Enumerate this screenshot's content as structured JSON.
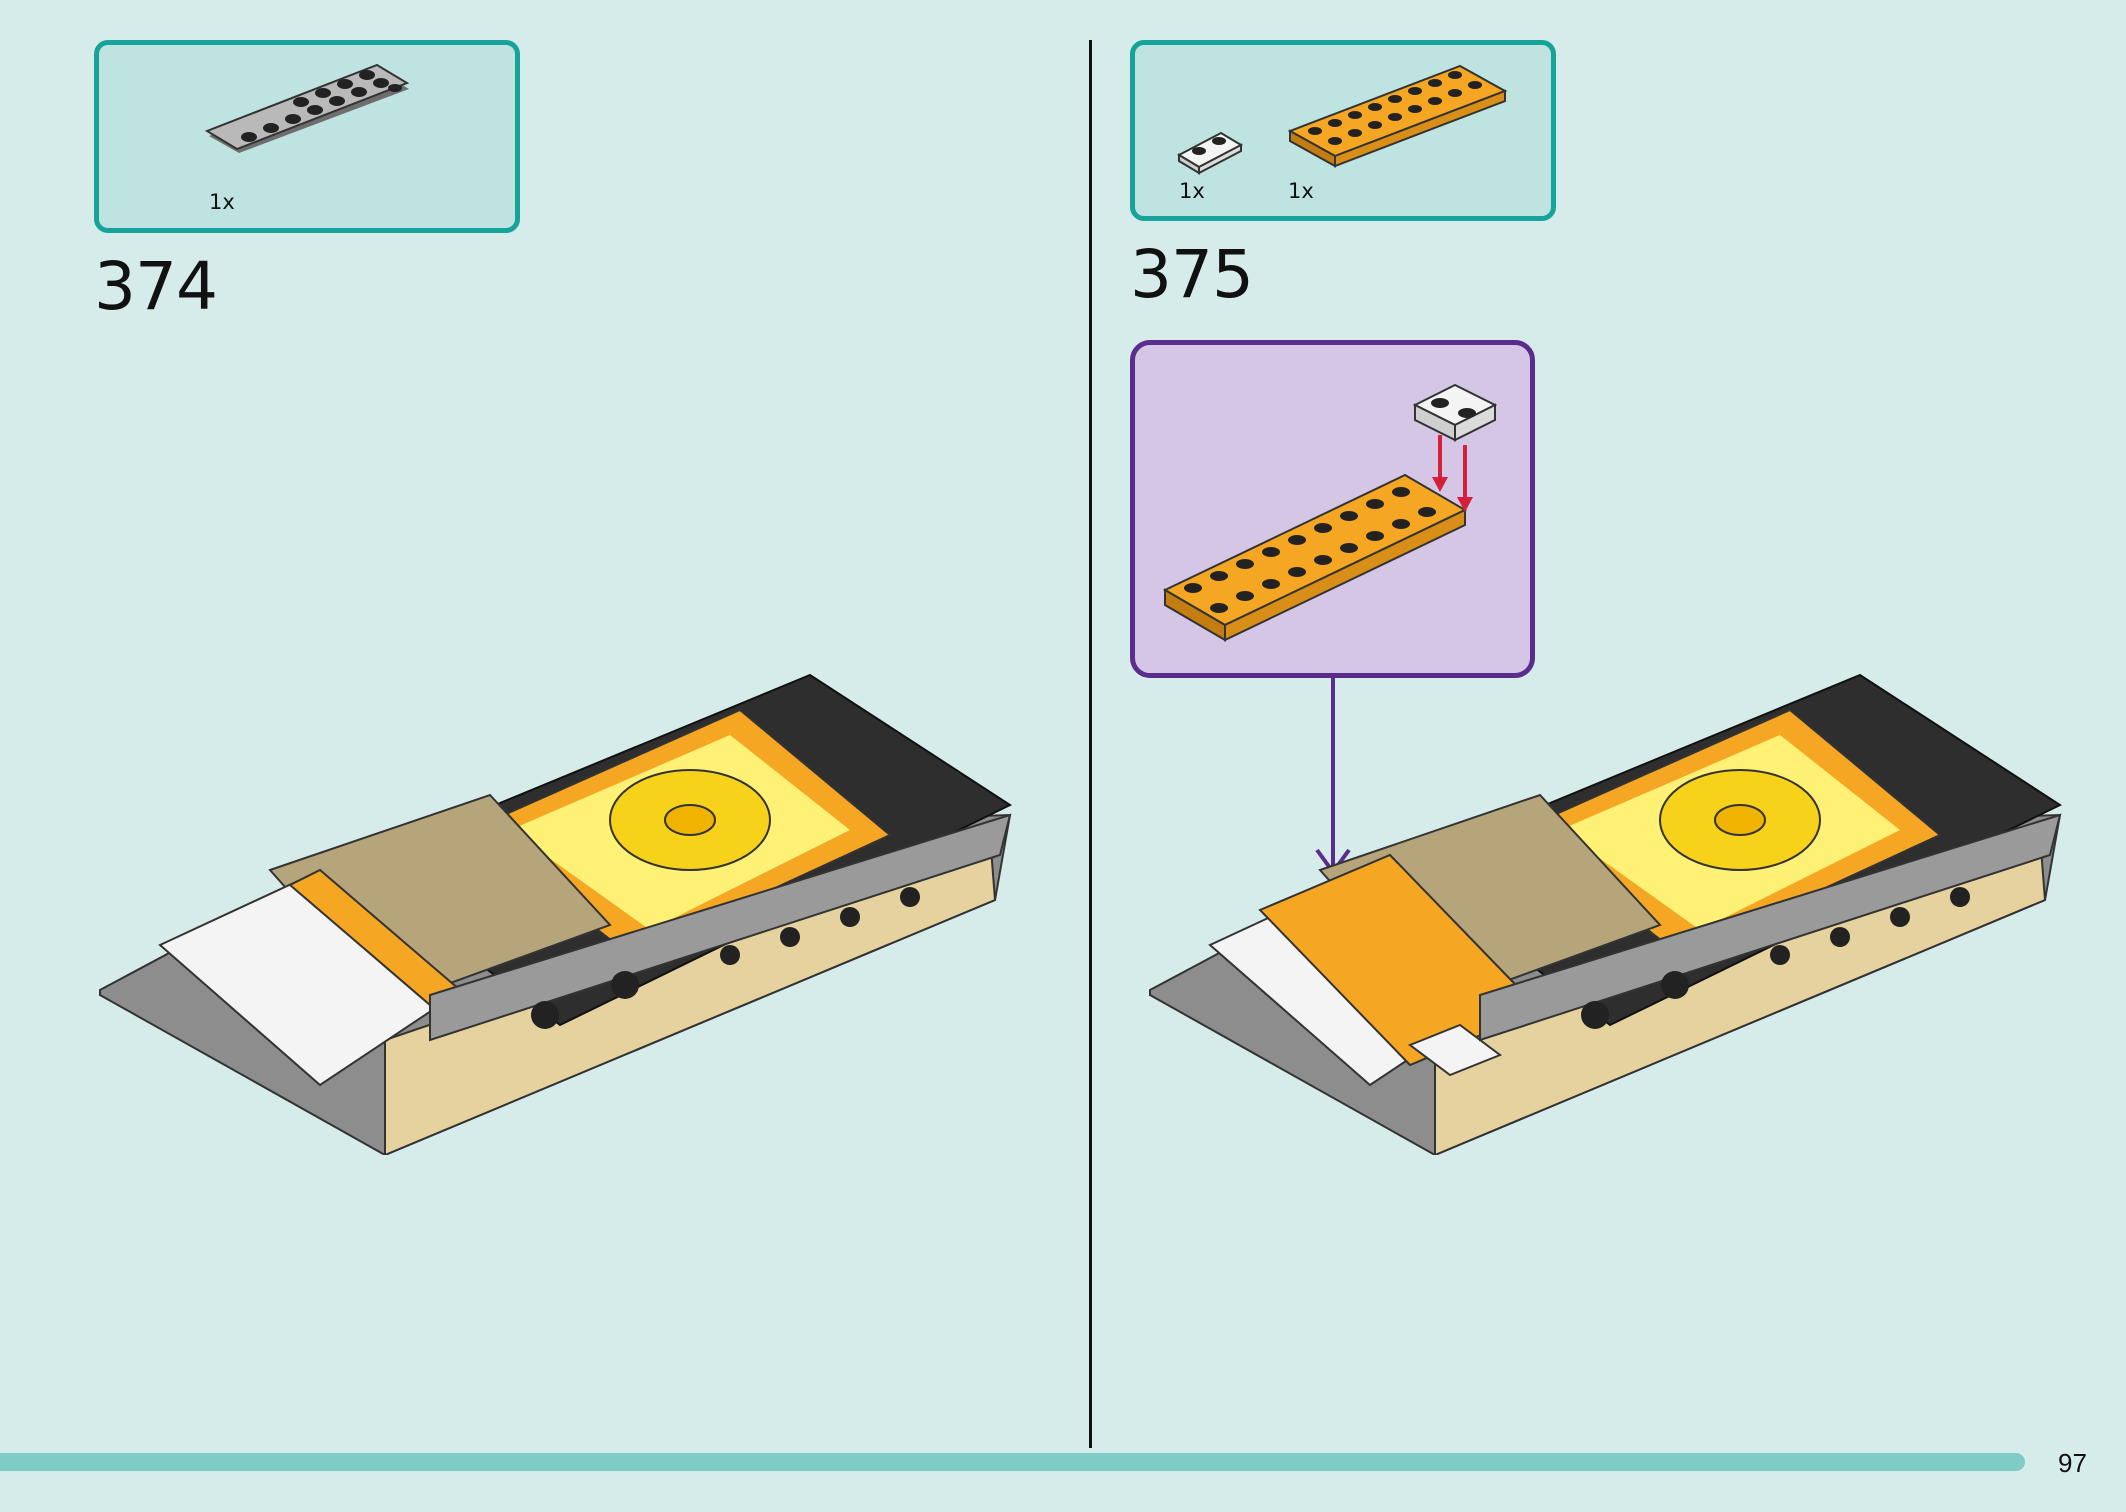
{
  "page_number": "97",
  "steps": [
    {
      "number": "374",
      "parts": [
        {
          "qty": "1x",
          "part": "grey-wedge-plate-icon"
        }
      ]
    },
    {
      "number": "375",
      "parts": [
        {
          "qty": "1x",
          "part": "white-1x2-plate-icon"
        },
        {
          "qty": "1x",
          "part": "orange-2x8-plate-icon"
        }
      ]
    }
  ],
  "colors": {
    "background": "#d6ecea",
    "parts_box_border": "#16a39a",
    "subassembly_border": "#5a2d8c",
    "arrow_red": "#d4203a",
    "footer_bar": "#7fcbc6"
  }
}
